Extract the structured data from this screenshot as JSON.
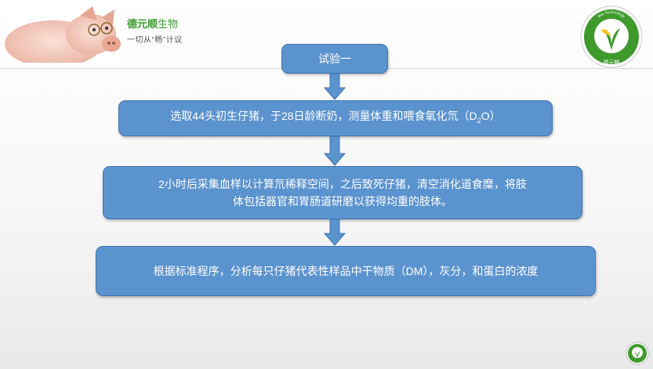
{
  "brand": {
    "name_main": "德元顺",
    "name_sub": "生物",
    "slogan": "一切从“畅”计议"
  },
  "logo": {
    "arc_text": "Bio-Technology",
    "bottom_text": "德元畅"
  },
  "flowchart": {
    "steps": [
      {
        "text": "试验一"
      },
      {
        "text_before_sub": "选取44头初生仔猪，于28日龄断奶，测量体重和喂食氧化氘（D",
        "subscript": "2",
        "text_after_sub": "O）"
      },
      {
        "line1": "2小时后采集血样以计算氘稀释空间，之后致死仔猪，清空消化道食糜，将肢",
        "line2": "体包括器官和胃肠道研磨以获得均重的肢体。"
      },
      {
        "text": "根据标准程序，分析每只仔猪代表性样品中干物质（DM），灰分，和蛋白的浓度"
      }
    ]
  },
  "colors": {
    "box_fill": "#5b93cf",
    "box_border": "#3f74ad",
    "arrow_fill": "#5b93cf",
    "brand_green": "#3a9c2e"
  }
}
